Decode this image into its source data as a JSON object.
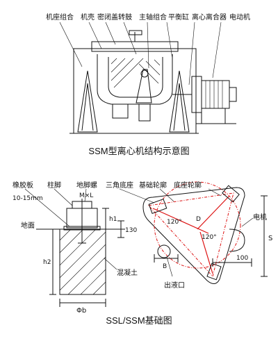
{
  "top": {
    "labels": [
      "机座组合",
      "机壳",
      "密闭盖",
      "转鼓",
      "主轴组合",
      "平衡缸",
      "离心离合器",
      "电动机"
    ],
    "caption": "SSM型离心机结构示意图"
  },
  "bottom": {
    "labels": {
      "rubber_plate": "橡胶板",
      "rubber_thickness": "10-15mm",
      "column_foot": "柱脚",
      "anchor_bolt": "地脚螺",
      "bolt_size": "M×L",
      "tri_base": "三角底座",
      "base_wheel": "基础轮廓",
      "base_outline": "底座轮廓",
      "ground": "地面",
      "h1": "h1",
      "h2": "h2",
      "dim130": "130",
      "concrete": "混凝土",
      "phi_b": "Φb",
      "angle1": "120°",
      "angle2": "120°",
      "D": "D",
      "B": "B",
      "S": "S",
      "dim100": "100",
      "motor": "电机",
      "outlet": "出液口"
    },
    "caption": "SSL/SSM基础图"
  }
}
